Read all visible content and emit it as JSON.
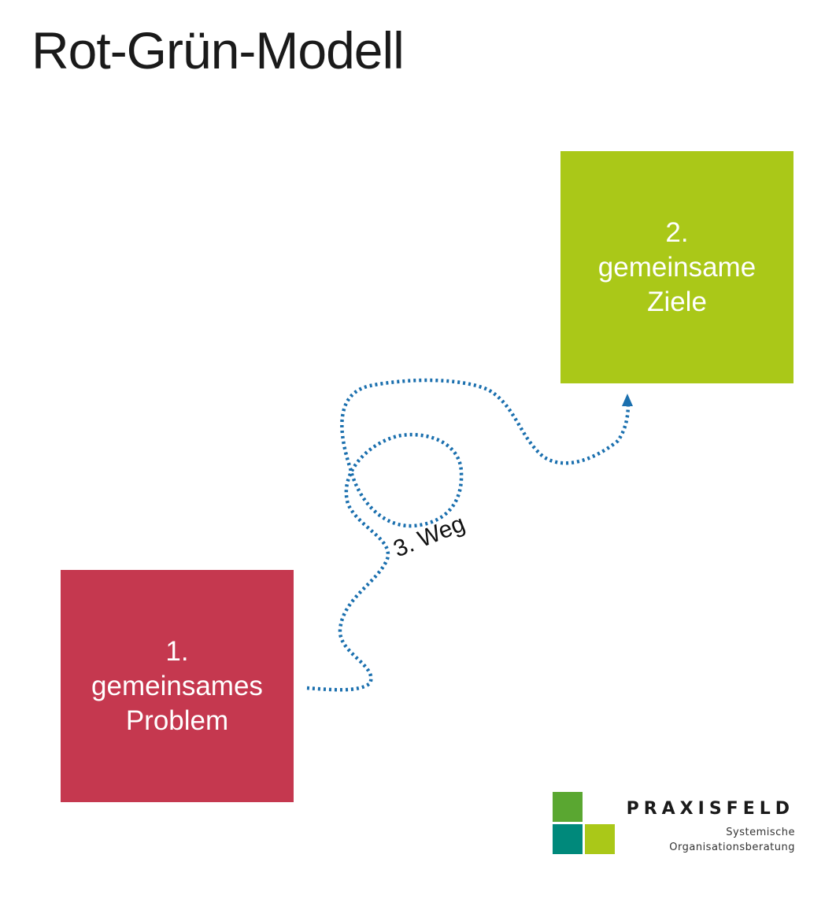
{
  "title": "Rot-Grün-Modell",
  "problem_box": {
    "number": "1.",
    "line1": "gemeinsames",
    "line2": "Problem",
    "color": "#c5384f"
  },
  "goals_box": {
    "number": "2.",
    "line1": "gemeinsame",
    "line2": "Ziele",
    "color": "#aac818"
  },
  "path": {
    "label": "3. Weg",
    "color": "#1a6fae"
  },
  "logo": {
    "brand": "PRAXISFELD",
    "tagline1": "Systemische",
    "tagline2": "Organisationsberatung",
    "colors": [
      "#5aa731",
      "#00897b",
      "#aac818"
    ]
  }
}
